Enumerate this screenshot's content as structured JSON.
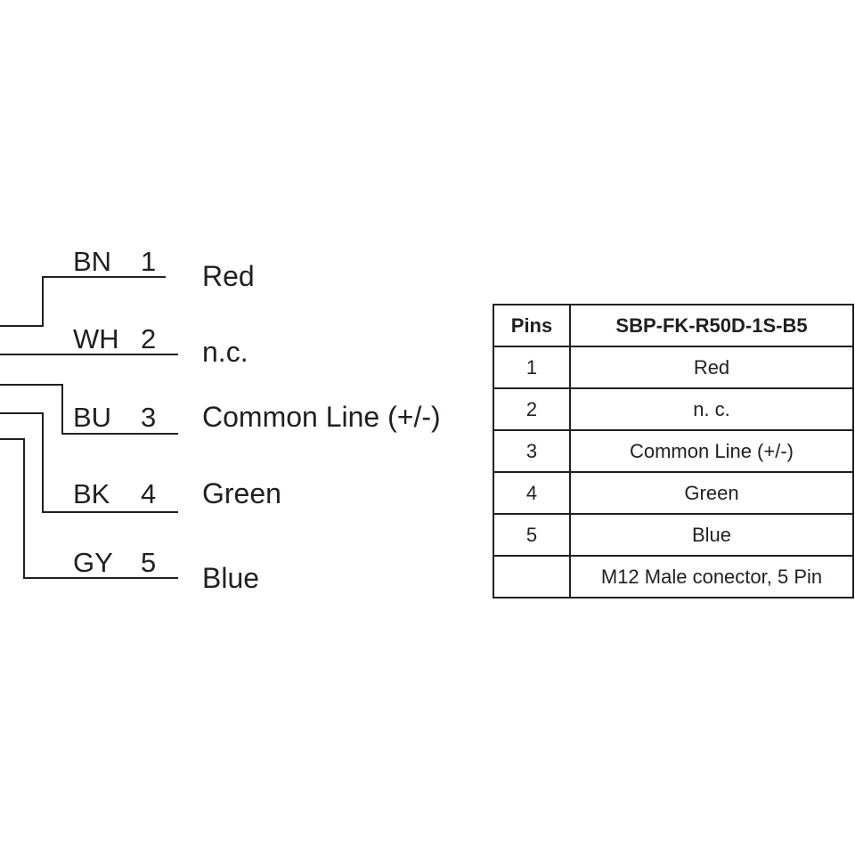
{
  "wiring": {
    "wires": [
      {
        "code": "BN",
        "pin": "1",
        "signal": "Red"
      },
      {
        "code": "WH",
        "pin": "2",
        "signal": "n.c."
      },
      {
        "code": "BU",
        "pin": "3",
        "signal": "Common Line (+/-)"
      },
      {
        "code": "BK",
        "pin": "4",
        "signal": "Green"
      },
      {
        "code": "GY",
        "pin": "5",
        "signal": "Blue"
      }
    ]
  },
  "table": {
    "headers": [
      "Pins",
      "SBP-FK-R50D-1S-B5"
    ],
    "rows": [
      [
        "1",
        "Red"
      ],
      [
        "2",
        "n. c."
      ],
      [
        "3",
        "Common Line (+/-)"
      ],
      [
        "4",
        "Green"
      ],
      [
        "5",
        "Blue"
      ],
      [
        "",
        "M12 Male conector, 5 Pin"
      ]
    ]
  }
}
